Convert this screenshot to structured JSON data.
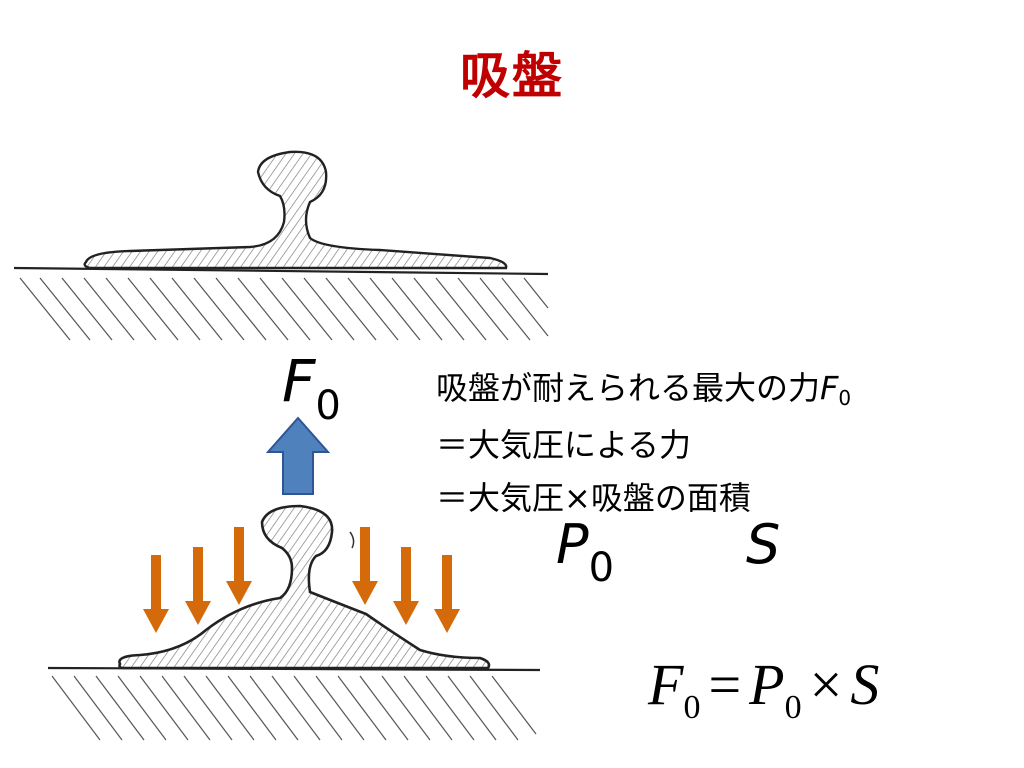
{
  "title": "吸盤",
  "force_label": {
    "symbol": "F",
    "subscript": "0"
  },
  "text": {
    "line1_prefix": "吸盤が耐えられる最大の力",
    "line1_symbol": "F",
    "line1_subscript": "0",
    "line2": "＝大気圧による力",
    "line3": "＝大気圧×吸盤の面積"
  },
  "pressure_label": {
    "symbol": "P",
    "subscript": "0"
  },
  "area_label": {
    "symbol": "S"
  },
  "formula": {
    "lhs_symbol": "F",
    "lhs_subscript": "0",
    "equals": "=",
    "p_symbol": "P",
    "p_subscript": "0",
    "times": "×",
    "s_symbol": "S"
  },
  "colors": {
    "title": "#c00000",
    "up_arrow_fill": "#4f81bd",
    "up_arrow_stroke": "#2f5597",
    "down_arrow": "#d46a0a"
  }
}
